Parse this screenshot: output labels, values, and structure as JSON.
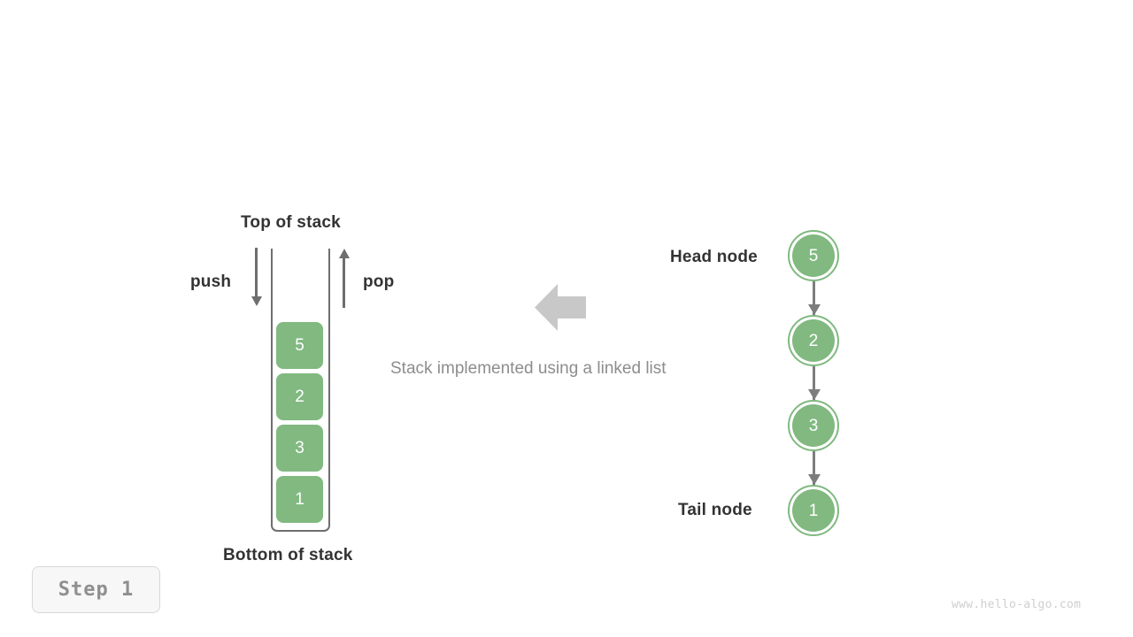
{
  "diagram": {
    "caption": "Stack implemented using a linked list",
    "transform_arrow_direction": "left",
    "colors": {
      "node_green": "#81b981",
      "arrow_grey": "#6e6e6e",
      "link_grey": "#7d7d7d",
      "block_arrow_grey": "#c8c8c8",
      "label_dark": "#333333",
      "caption_grey": "#8d8d8d"
    }
  },
  "stack": {
    "top_label": "Top of stack",
    "bottom_label": "Bottom of stack",
    "push_label": "push",
    "pop_label": "pop",
    "cells": [
      {
        "value": "5"
      },
      {
        "value": "2"
      },
      {
        "value": "3"
      },
      {
        "value": "1"
      }
    ]
  },
  "linked_list": {
    "head_label": "Head node",
    "tail_label": "Tail node",
    "nodes": [
      {
        "value": "5"
      },
      {
        "value": "2"
      },
      {
        "value": "3"
      },
      {
        "value": "1"
      }
    ]
  },
  "footer": {
    "step_label": "Step  1",
    "watermark": "www.hello-algo.com"
  }
}
